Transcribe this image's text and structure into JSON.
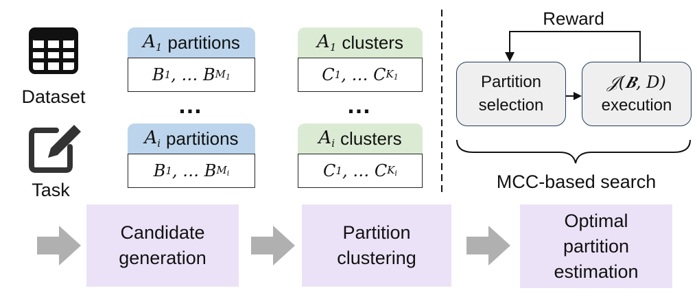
{
  "inputs": {
    "dataset_label": "Dataset",
    "task_label": "Task"
  },
  "partitions": {
    "top": {
      "math": "A",
      "sub": "1",
      "label": "partitions",
      "content": "B",
      "sub1": "1",
      "mid": ", … B",
      "subM": "M",
      "subMsub": "1"
    },
    "bottom": {
      "math": "A",
      "sub": "i",
      "label": "partitions",
      "content": "B",
      "sub1": "1",
      "mid": ", … B",
      "subM": "M",
      "subMsub": "i"
    },
    "ellipsis": "…"
  },
  "clusters": {
    "top": {
      "math": "A",
      "sub": "1",
      "label": "clusters",
      "content": "C",
      "sub1": "1",
      "mid": ", … C",
      "subM": "K",
      "subMsub": "1"
    },
    "bottom": {
      "math": "A",
      "sub": "i",
      "label": "clusters",
      "content": "C",
      "sub1": "1",
      "mid": ", … C",
      "subM": "K",
      "subMsub": "i"
    },
    "ellipsis": "…"
  },
  "mcc": {
    "reward_label": "Reward",
    "selection_line1": "Partition",
    "selection_line2": "selection",
    "execution_math": "𝒥(𝑩, D)",
    "execution_line2": "execution",
    "caption": "MCC-based search"
  },
  "stages": {
    "candidate": {
      "line1": "Candidate",
      "line2": "generation"
    },
    "clustering": {
      "line1": "Partition",
      "line2": "clustering"
    },
    "estimation": {
      "line1": "Optimal",
      "line2": "partition",
      "line3": "estimation"
    }
  },
  "colors": {
    "partition_header": "#bcd5ec",
    "cluster_header": "#dbebd3",
    "stage_fill": "#ebe2f7",
    "arrow_fill": "#b0b0b0",
    "mcc_box_fill": "#efefef",
    "mcc_box_stroke": "#1f3b5c"
  }
}
